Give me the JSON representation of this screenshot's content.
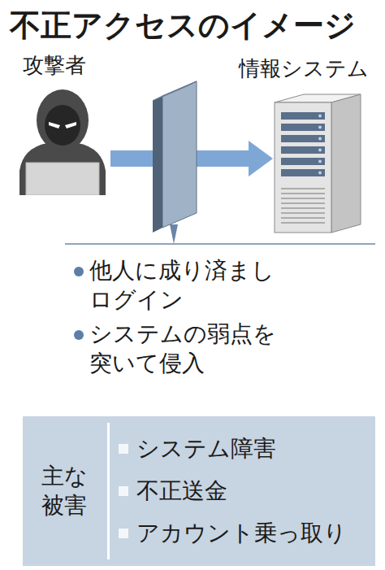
{
  "diagram": {
    "title": "不正アクセスのイメージ",
    "nodes": [
      {
        "text": [
          "攻撃者"
        ]
      },
      {
        "text": [
          "情報システム"
        ]
      },
      {
        "text": [
          "主な 被害",
          "システム障害",
          "不正送金",
          "アカウント乗っ取り"
        ]
      }
    ],
    "edges": [
      {
        "from": 0,
        "to": 1,
        "arrow": "to"
      }
    ],
    "labels": [
      "他人に成り済まし ログイン",
      "システムの弱点を 突いて侵入"
    ]
  }
}
